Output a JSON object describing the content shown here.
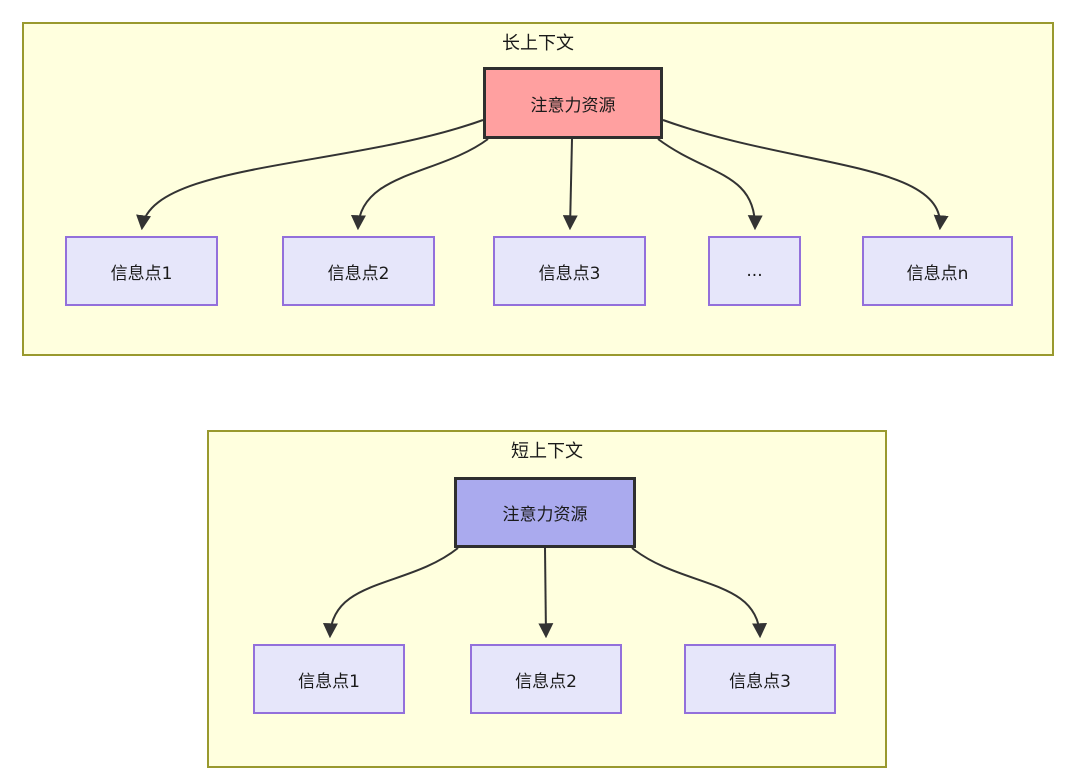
{
  "diagram": {
    "long_context": {
      "title": "长上下文",
      "root_label": "注意力资源",
      "root_fill": "#ffa0a0",
      "nodes": [
        "信息点1",
        "信息点2",
        "信息点3",
        "...",
        "信息点n"
      ]
    },
    "short_context": {
      "title": "短上下文",
      "root_label": "注意力资源",
      "root_fill": "#aaaaee",
      "nodes": [
        "信息点1",
        "信息点2",
        "信息点3"
      ]
    },
    "colors": {
      "canvas_bg": "#ffffff",
      "panel_bg": "#ffffde",
      "panel_border": "#99992e",
      "node_bg": "#e6e6fa",
      "node_border": "#9370db",
      "root_border": "#2f2f2f",
      "arrow_line": "#333333",
      "text": "#1a1a1a"
    }
  }
}
